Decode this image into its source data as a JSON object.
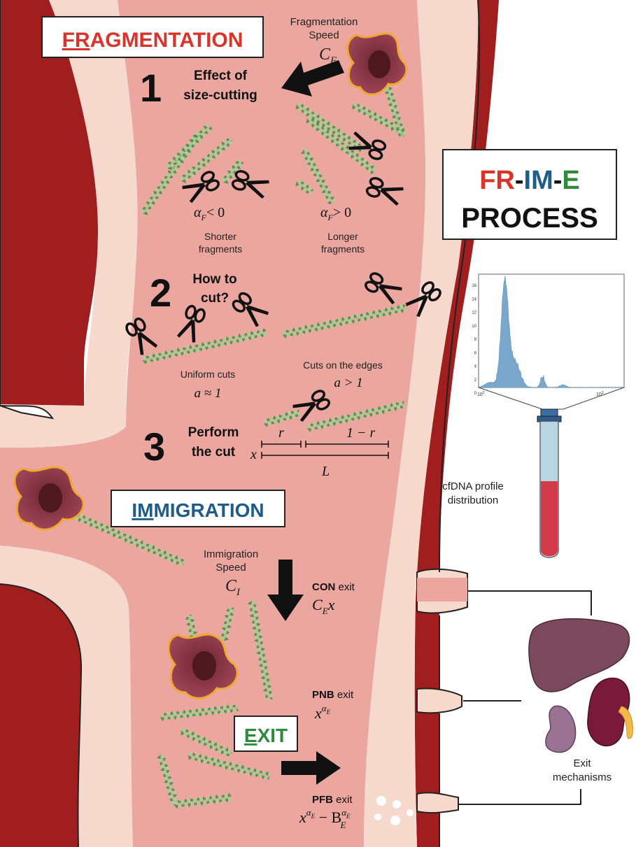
{
  "banner": {
    "prefix": "FR",
    "rest": "AGMENTATION",
    "color": "#d9342b"
  },
  "frag_speed": {
    "line1": "Fragmentation",
    "line2": "Speed",
    "symbol": "C",
    "sub": "F"
  },
  "step1": {
    "number": "1",
    "line1": "Effect of",
    "line2": "size-cutting",
    "neg_expr": "< 0",
    "pos_expr": "> 0",
    "alpha": "α",
    "alpha_sub": "F",
    "neg_label1": "Shorter",
    "neg_label2": "fragments",
    "pos_label1": "Longer",
    "pos_label2": "fragments"
  },
  "title_box": {
    "fr": "FR",
    "dash1": "-",
    "im": "IM",
    "dash2": "-",
    "e": "E",
    "process": "PROCESS",
    "colors": {
      "fr": "#d9342b",
      "im": "#1f5c8a",
      "e": "#2f8a3a"
    }
  },
  "step2": {
    "number": "2",
    "line1": "How to",
    "line2": "cut?",
    "uniform_label": "Uniform cuts",
    "uniform_expr": "a ≈ 1",
    "edges_label": "Cuts on the edges",
    "edges_expr": "a > 1"
  },
  "step3": {
    "number": "3",
    "line1": "Perform",
    "line2": "the cut",
    "r": "r",
    "one_minus_r": "1 − r",
    "x": "x",
    "L": "L"
  },
  "histogram": {
    "y_ticks": [
      "16",
      "14",
      "12",
      "10",
      "8",
      "6",
      "4",
      "2",
      "0"
    ],
    "x_ticks": [
      "10",
      "10"
    ],
    "x_exp": [
      "2",
      "3"
    ],
    "color": "#7aa8cc"
  },
  "tube": {
    "label1": "cfDNA profile",
    "label2": "distribution"
  },
  "immigration": {
    "prefix": "IM",
    "rest": "MIGRATION",
    "color": "#1f5c8a"
  },
  "imm_speed": {
    "line1": "Immigration",
    "line2": "Speed",
    "symbol": "C",
    "sub": "I"
  },
  "exits": {
    "con": {
      "bold": "CON",
      "rest": " exit",
      "expr": "C",
      "sub": "E",
      "var": "x"
    },
    "pnb": {
      "bold": "PNB",
      "rest": " exit",
      "expr": "x",
      "sup": "α",
      "supsub": "E"
    },
    "pfb": {
      "bold": "PFB",
      "rest": " exit",
      "expr": "x",
      "mid": " − B",
      "sup": "α",
      "supsub": "E"
    }
  },
  "exit_banner": {
    "prefix": "E",
    "rest": "XIT",
    "color": "#2f8a3a"
  },
  "organs": {
    "label1": "Exit",
    "label2": "mechanisms"
  },
  "colors": {
    "vessel_wall": "#a01e1e",
    "vessel_inner": "#f6d9cc",
    "lumen": "#eba79f",
    "dna": "#7fae6f",
    "cell": "#8c3a44",
    "cell_border": "#f0a830"
  }
}
